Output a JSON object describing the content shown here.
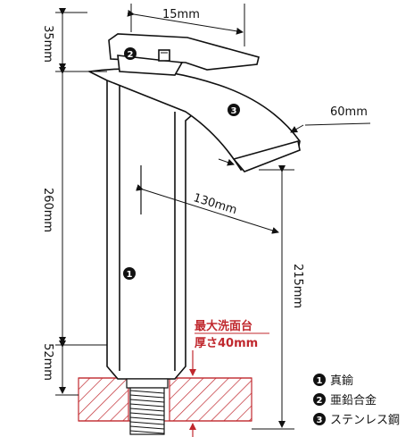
{
  "dimensions": {
    "top_width": "15mm",
    "handle_height": "35mm",
    "body_height": "260mm",
    "spout_width": "60mm",
    "reach": "130mm",
    "spout_height": "215mm",
    "shank_length": "52mm"
  },
  "note": {
    "line1": "最大洗面台",
    "line2": "厚さ40mm"
  },
  "markers": [
    "1",
    "2",
    "3"
  ],
  "legend": [
    {
      "num": "1",
      "label": "真鍮"
    },
    {
      "num": "2",
      "label": "亜鉛合金"
    },
    {
      "num": "3",
      "label": "ステンレス鋼"
    }
  ],
  "colors": {
    "line": "#111111",
    "accent": "#c0282e",
    "hatch": "#c0282e"
  }
}
